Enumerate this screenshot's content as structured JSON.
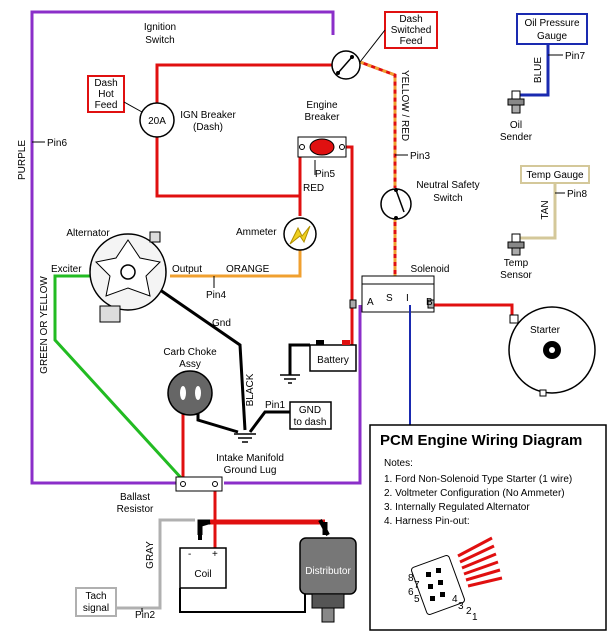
{
  "title": "PCM Engine Wiring Diagram",
  "notes": {
    "heading": "Notes:",
    "items": [
      "1. Ford Non-Solenoid Type Starter (1 wire)",
      "2. Voltmeter Configuration (No Ammeter)",
      "3. Internally Regulated Alternator",
      "4. Harness Pin-out:"
    ]
  },
  "labels": {
    "ignition_switch_1": "Ignition",
    "ignition_switch_2": "Switch",
    "dash_switched_1": "Dash",
    "dash_switched_2": "Switched",
    "dash_switched_3": "Feed",
    "dash_hot_1": "Dash",
    "dash_hot_2": "Hot",
    "dash_hot_3": "Feed",
    "breaker_20a": "20A",
    "ign_breaker_1": "IGN Breaker",
    "ign_breaker_2": "(Dash)",
    "engine_breaker_1": "Engine",
    "engine_breaker_2": "Breaker",
    "oil_gauge_1": "Oil Pressure",
    "oil_gauge_2": "Gauge",
    "pin7": "Pin7",
    "blue": "BLUE",
    "oil_sender_1": "Oil",
    "oil_sender_2": "Sender",
    "yellow_red": "YELLOW / RED",
    "pin3": "Pin3",
    "pin5": "Pin5",
    "red": "RED",
    "purple": "PURPLE",
    "pin6": "Pin6",
    "neutral_1": "Neutral Safety",
    "neutral_2": "Switch",
    "temp_gauge": "Temp Gauge",
    "pin8": "Pin8",
    "tan": "TAN",
    "temp_sensor_1": "Temp",
    "temp_sensor_2": "Sensor",
    "alternator": "Alternator",
    "ammeter": "Ammeter",
    "exciter": "Exciter",
    "output": "Output",
    "orange": "ORANGE",
    "pin4": "Pin4",
    "solenoid": "Solenoid",
    "sol_a": "A",
    "sol_s": "S",
    "sol_i": "I",
    "sol_b": "B",
    "starter": "Starter",
    "green_or_yellow": "GREEN OR YELLOW",
    "gnd": "Gnd",
    "battery": "Battery",
    "carb_choke_1": "Carb Choke",
    "carb_choke_2": "Assy",
    "black": "BLACK",
    "pin1": "Pin1",
    "gnd_dash_1": "GND",
    "gnd_dash_2": "to dash",
    "intake_1": "Intake Manifold",
    "intake_2": "Ground Lug",
    "ballast_1": "Ballast",
    "ballast_2": "Resistor",
    "gray": "GRAY",
    "coil": "Coil",
    "coil_minus": "-",
    "coil_plus": "+",
    "distributor": "Distributor",
    "tach_1": "Tach",
    "tach_2": "signal",
    "pin2": "Pin2",
    "pinout_8": "8",
    "pinout_7": "7",
    "pinout_6": "6",
    "pinout_5": "5",
    "pinout_4": "4",
    "pinout_3": "3",
    "pinout_2": "2",
    "pinout_1": "1"
  },
  "colors": {
    "purple": "#8b2fc9",
    "red": "#e01010",
    "orange": "#f0a030",
    "blue": "#1a2ab0",
    "tan": "#d4c89a",
    "green": "#22bb22",
    "gray": "#b0b0b0",
    "black": "#000000"
  }
}
